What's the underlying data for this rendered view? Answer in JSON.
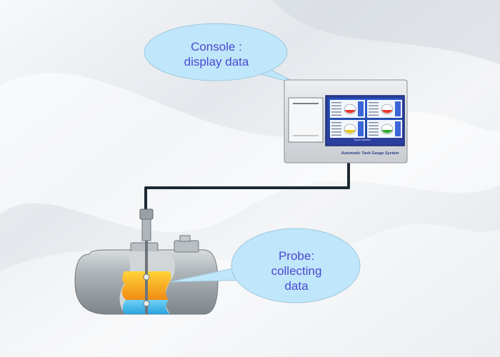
{
  "bubbles": {
    "console": {
      "line1": "Console :",
      "line2": "display data"
    },
    "probe": {
      "line1": "Probe:",
      "line2": "collecting",
      "line3": "data"
    }
  },
  "console_panel": {
    "caption": "Automatic Tank Gauge System",
    "screen_caption": "Touch screen",
    "screen_tiles": [
      {
        "liquid_color": "#e23a2a"
      },
      {
        "liquid_color": "#e23a2a"
      },
      {
        "liquid_color": "#e8c81a"
      },
      {
        "liquid_color": "#2faa2f"
      }
    ]
  },
  "colors": {
    "bubble_fill": "#bfe6fa",
    "bubble_text": "#4a4ad0",
    "cable": "#1d2a33",
    "tank_body": "#a9b0b4",
    "fuel": "#f5a61c",
    "water": "#3fb6ec"
  }
}
